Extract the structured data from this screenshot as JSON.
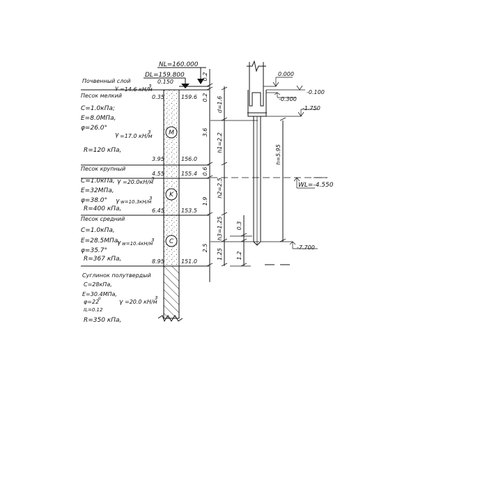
{
  "top": {
    "nl": "NL=160.000",
    "dl": "DL=159.800",
    "dl_offset": "0.150",
    "dim_top": "0.2"
  },
  "layers": [
    {
      "name": "Почвенный слой",
      "gamma": "=14.6 кН/м",
      "gamma_exp": "3",
      "depth_bottom": "0.35",
      "elev_bottom": "159.6",
      "thickness": "0.2"
    },
    {
      "name": "Песок мелкий",
      "props": [
        "C=1.0кПа;",
        "E=8.0МПа,",
        "φ=26.0°"
      ],
      "gamma": "=17.0 кН/м",
      "gamma_exp": "3",
      "r": "R=120 кПа,",
      "marker": "M",
      "depth_bottom": "3.95",
      "elev_bottom": "156.0",
      "thickness": "3.6"
    },
    {
      "name": "Песок крупный",
      "props": [
        "C=1.0кПа,",
        "E=32МПа,",
        "φ=38.0°"
      ],
      "gamma": "=20.0кН/м",
      "gamma_exp": "3",
      "gamma_w": "w=10.3кН/м",
      "gamma_w_exp": "3",
      "r": "R=400 кПа,",
      "marker": "K",
      "depth_mid": "4.55",
      "elev_mid": "155.4",
      "depth_bottom": "6.45",
      "elev_bottom": "153.5",
      "thickness_top": "0.6",
      "thickness": "1.9"
    },
    {
      "name": "Песок средний",
      "props": [
        "C=1.0кПа,",
        "E=28.5МПа,",
        "φ=35.7°"
      ],
      "gamma_w": "w=10.4кН/м",
      "gamma_w_exp": "3",
      "r": "R=367 кПа,",
      "marker": "C",
      "depth_bottom": "8.95",
      "elev_bottom": "151.0",
      "thickness": "2.5"
    },
    {
      "name": "Суглинок полутвердый",
      "props": [
        "C=28кПа,",
        "E=30.4МПа,",
        "φ=22",
        "IL=0.12"
      ],
      "props_deg": "o",
      "gamma": "=20.0 кН/м",
      "gamma_exp": "3",
      "r": "R=350 кПа,"
    }
  ],
  "pile": {
    "dims": {
      "d": "d=1.6",
      "h1": "h1=2.2",
      "h2": "h2=2.5",
      "h3": "h3=1.25",
      "h3_part": "0.3",
      "h_total": "h=5.95",
      "tip_part": "1.25",
      "tip_len": "1.2"
    },
    "levels": {
      "zero": "0.000",
      "l1": "-0.100",
      "l2": "-0.300",
      "l3": "-1.750",
      "wl": "WL=-4.550",
      "tip": "-7.700"
    }
  }
}
